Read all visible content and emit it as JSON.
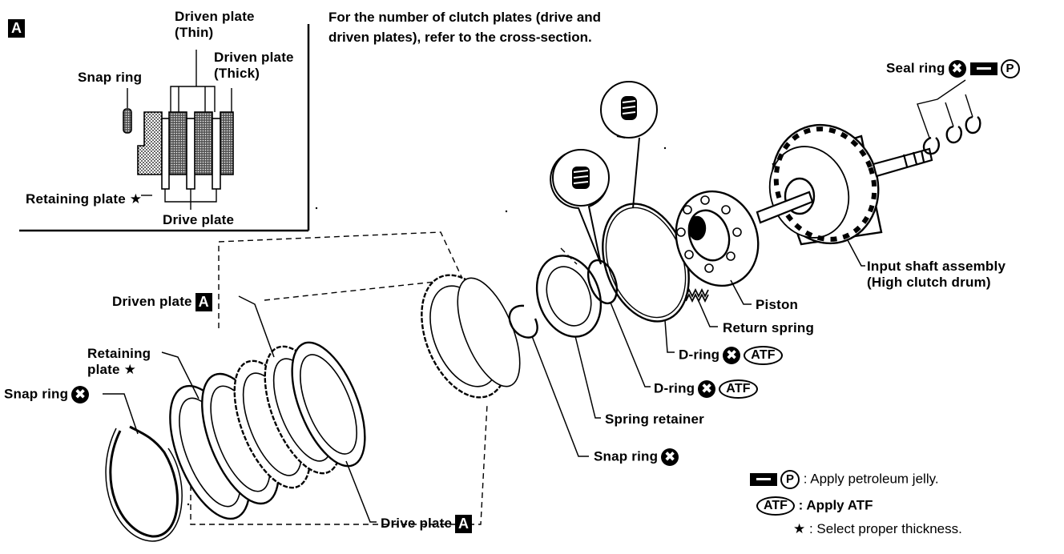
{
  "inset": {
    "badge": "A",
    "labels": {
      "driven_thin_line1": "Driven plate",
      "driven_thin_line2": "(Thin)",
      "driven_thick_line1": "Driven plate",
      "driven_thick_line2": "(Thick)",
      "snap_ring": "Snap ring",
      "retaining_plate": "Retaining plate",
      "drive_plate": "Drive plate"
    }
  },
  "note": {
    "line1": "For the number of clutch plates (drive and",
    "line2": "driven plates), refer to the cross-section."
  },
  "symbols": {
    "x": "✖",
    "star": "★",
    "atf": "ATF",
    "p": "P",
    "a": "A"
  },
  "labels": {
    "seal_ring": "Seal ring",
    "input_shaft_line1": "Input shaft assembly",
    "input_shaft_line2": "(High clutch drum)",
    "piston": "Piston",
    "return_spring": "Return spring",
    "d_ring": "D-ring",
    "d_ring_2": "D-ring",
    "spring_retainer": "Spring retainer",
    "snap_ring_inner": "Snap ring",
    "driven_plate": "Driven plate",
    "retaining_line1": "Retaining",
    "retaining_line2": "plate",
    "snap_ring_outer": "Snap ring",
    "drive_plate": "Drive plate"
  },
  "legend": {
    "petroleum": ": Apply petroleum jelly.",
    "atf": ": Apply ATF",
    "select": ": Select proper thickness."
  }
}
